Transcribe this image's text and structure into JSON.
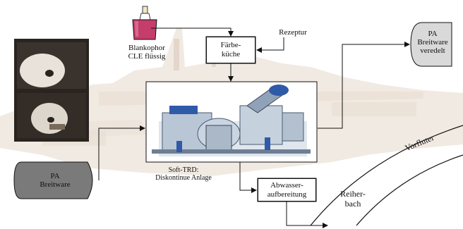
{
  "nodes": {
    "dye_agent": "Blankophor\nCLE flüssig",
    "dye_kitchen": "Färbe-\nküche",
    "recipe": "Rezeptur",
    "product_out": "PA\nBreitware\nveredelt",
    "product_in": "PA\nBreitware",
    "machine_caption": "Soft-TRD:\nDiskontinue Anlage",
    "wastewater": "Abwasser-\naufbereitung",
    "receiving_water": "Vorfluter",
    "stream": "Reiher-\nbach"
  },
  "colors": {
    "drum_fill": "#7a7a7a",
    "out_fill": "#d9d9d9",
    "bottle_liquid": "#c43d6b",
    "background_tint": "#e6d9cc"
  },
  "icons": [
    "dye-bottle-icon",
    "fabric-rolls-photo",
    "textile-machine-photo",
    "city-background"
  ]
}
